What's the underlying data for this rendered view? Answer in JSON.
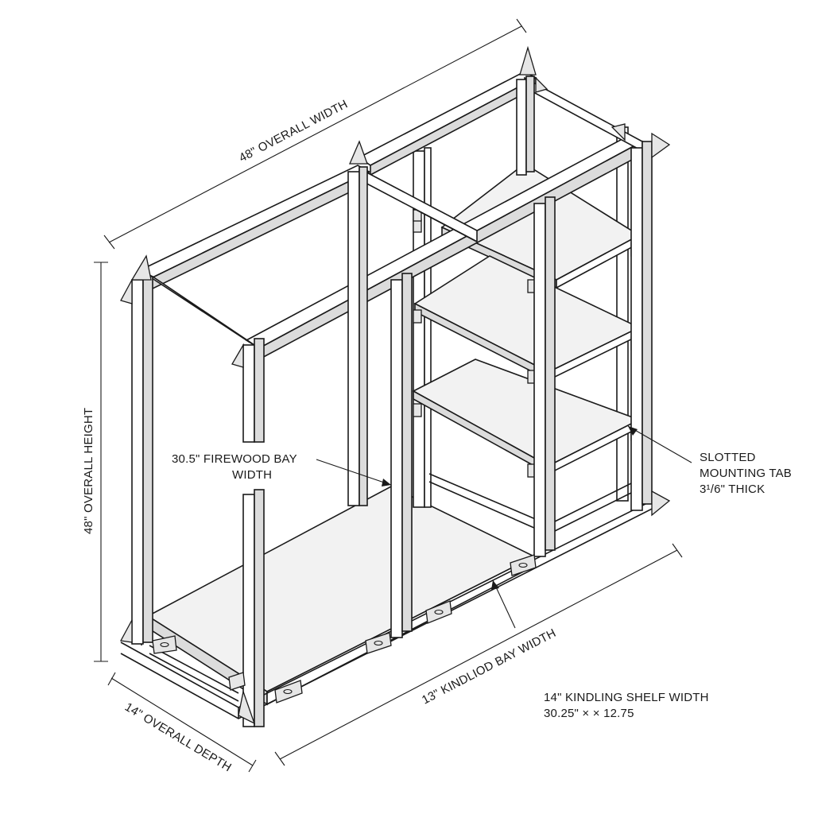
{
  "labels": {
    "overall_width": "48\" OVERALL WIDTH",
    "overall_height": "48\" OVERALL HEIGHT",
    "overall_depth": "14\" OVERALL DEPTH",
    "firewood_bay_line1": "30.5\" FIREWOOD BAY",
    "firewood_bay_line2": "WIDTH",
    "kindling_bay": "13\" KINDLIOD BAY WIDTH",
    "slotted_line1": "SLOTTED",
    "slotted_line2": "MOUNTING TAB",
    "slotted_line3": "3¹/6\" THICK",
    "shelf_line1": "14\" KINDLING SHELF WIDTH",
    "shelf_line2": "30.25\" × × 12.75"
  }
}
